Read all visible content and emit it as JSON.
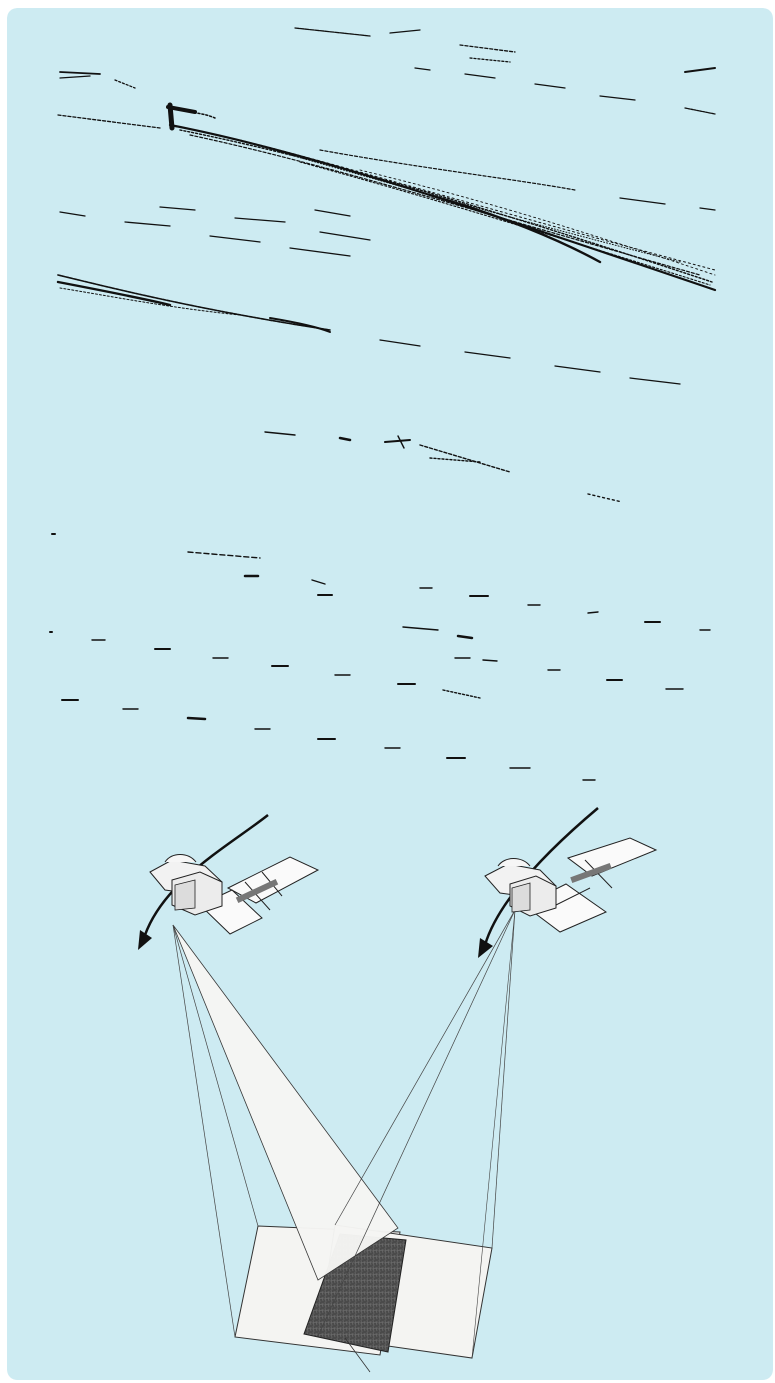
{
  "figure": {
    "background_color": "#cdebf2",
    "ink_color": "#111111",
    "panel_fill": "#f4f4f2",
    "overlap_fill": "#4a4a4a",
    "beam_fill": "#f6f6f4",
    "texts": []
  },
  "satellites": [
    {
      "id": "satellite-left",
      "icon": "satellite-icon",
      "orbit_arrow": "orbit-arrow-icon"
    },
    {
      "id": "satellite-right",
      "icon": "satellite-icon",
      "orbit_arrow": "orbit-arrow-icon"
    }
  ],
  "ground": {
    "left_footprint": "ground-footprint-left",
    "right_footprint": "ground-footprint-right",
    "overlap_area": "overlap-area"
  }
}
